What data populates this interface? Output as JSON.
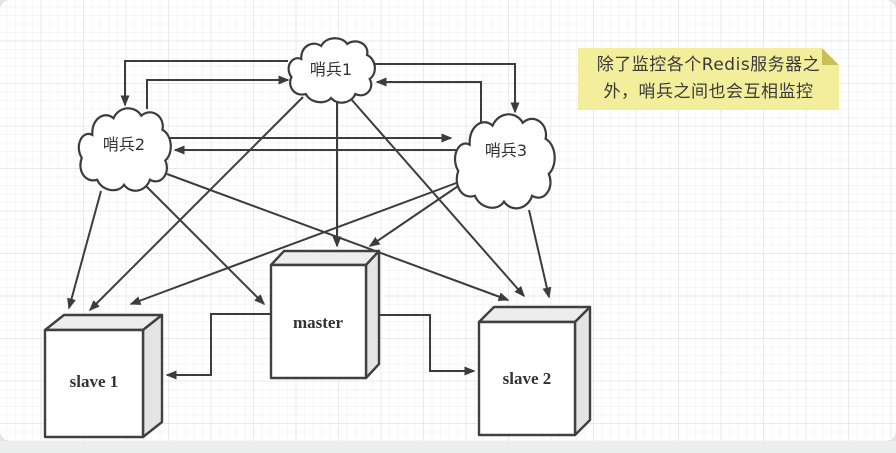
{
  "note": {
    "line1": "除了监控各个Redis服务器之",
    "line2": "外，哨兵之间也会互相监控",
    "bg_color": "#f2ee9c",
    "fold_color": "#c9bf58"
  },
  "nodes": {
    "sentinel1": {
      "label": "哨兵1",
      "shape": "cloud"
    },
    "sentinel2": {
      "label": "哨兵2",
      "shape": "cloud"
    },
    "sentinel3": {
      "label": "哨兵3",
      "shape": "cloud"
    },
    "master": {
      "label": "master",
      "shape": "box3d"
    },
    "slave1": {
      "label": "slave 1",
      "shape": "box3d"
    },
    "slave2": {
      "label": "slave 2",
      "shape": "box3d"
    }
  },
  "edges": [
    {
      "from": "sentinel1",
      "to": "sentinel2"
    },
    {
      "from": "sentinel2",
      "to": "sentinel1"
    },
    {
      "from": "sentinel1",
      "to": "sentinel3"
    },
    {
      "from": "sentinel3",
      "to": "sentinel1"
    },
    {
      "from": "sentinel2",
      "to": "sentinel3"
    },
    {
      "from": "sentinel3",
      "to": "sentinel2"
    },
    {
      "from": "sentinel1",
      "to": "master"
    },
    {
      "from": "sentinel1",
      "to": "slave1"
    },
    {
      "from": "sentinel1",
      "to": "slave2"
    },
    {
      "from": "sentinel2",
      "to": "master"
    },
    {
      "from": "sentinel2",
      "to": "slave1"
    },
    {
      "from": "sentinel2",
      "to": "slave2"
    },
    {
      "from": "sentinel3",
      "to": "master"
    },
    {
      "from": "sentinel3",
      "to": "slave1"
    },
    {
      "from": "sentinel3",
      "to": "slave2"
    },
    {
      "from": "master",
      "to": "slave1"
    },
    {
      "from": "master",
      "to": "slave2"
    }
  ],
  "colors": {
    "edge_stroke": "#3c3c3c",
    "shape_stroke": "#404040",
    "box_top_fill": "#ededed",
    "box_side_fill": "#e4e4e4",
    "grid_major": "#e9e9e9",
    "grid_minor": "#f6f6f6"
  }
}
